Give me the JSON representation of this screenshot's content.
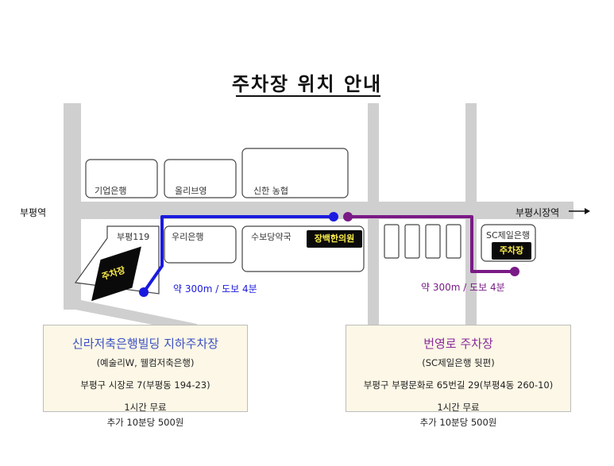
{
  "title": "주차장 위치 안내",
  "roads": {
    "left_label": "부평역",
    "right_label": "부평시장역"
  },
  "buildings": {
    "b1": "기업은행",
    "b2": "올리브영",
    "b3": "신한 농협",
    "b4": "부평119",
    "b5": "우리은행",
    "b6": "수보당약국",
    "b7": "장백한의원",
    "b8": "SC제일은행"
  },
  "parking_tags": {
    "left": "주차장",
    "right": "주차장"
  },
  "routes": {
    "blue": {
      "label": "약 300m / 도보 4분",
      "color": "#1a1adf"
    },
    "purple": {
      "label": "약 300m / 도보 4분",
      "color": "#7a1a86"
    }
  },
  "cards": {
    "left": {
      "title": "신라저축은행빌딩 지하주차장",
      "subtitle": "(예술리W, 웰컴저축은행)",
      "address": "부평구 시장로 7(부평동 194-23)",
      "fee1": "1시간 무료",
      "fee2": "추가 10분당 500원",
      "title_color": "#3a4fc4"
    },
    "right": {
      "title": "번영로 주차장",
      "subtitle": "(SC제일은행 뒷편)",
      "address": "부평구 부평문화로 65번길 29(부평4동 260-10)",
      "fee1": "1시간 무료",
      "fee2": "추가 10분당 500원",
      "title_color": "#8a2b9a"
    }
  },
  "colors": {
    "road": "#cfcfcf",
    "building_border": "#444444"
  }
}
